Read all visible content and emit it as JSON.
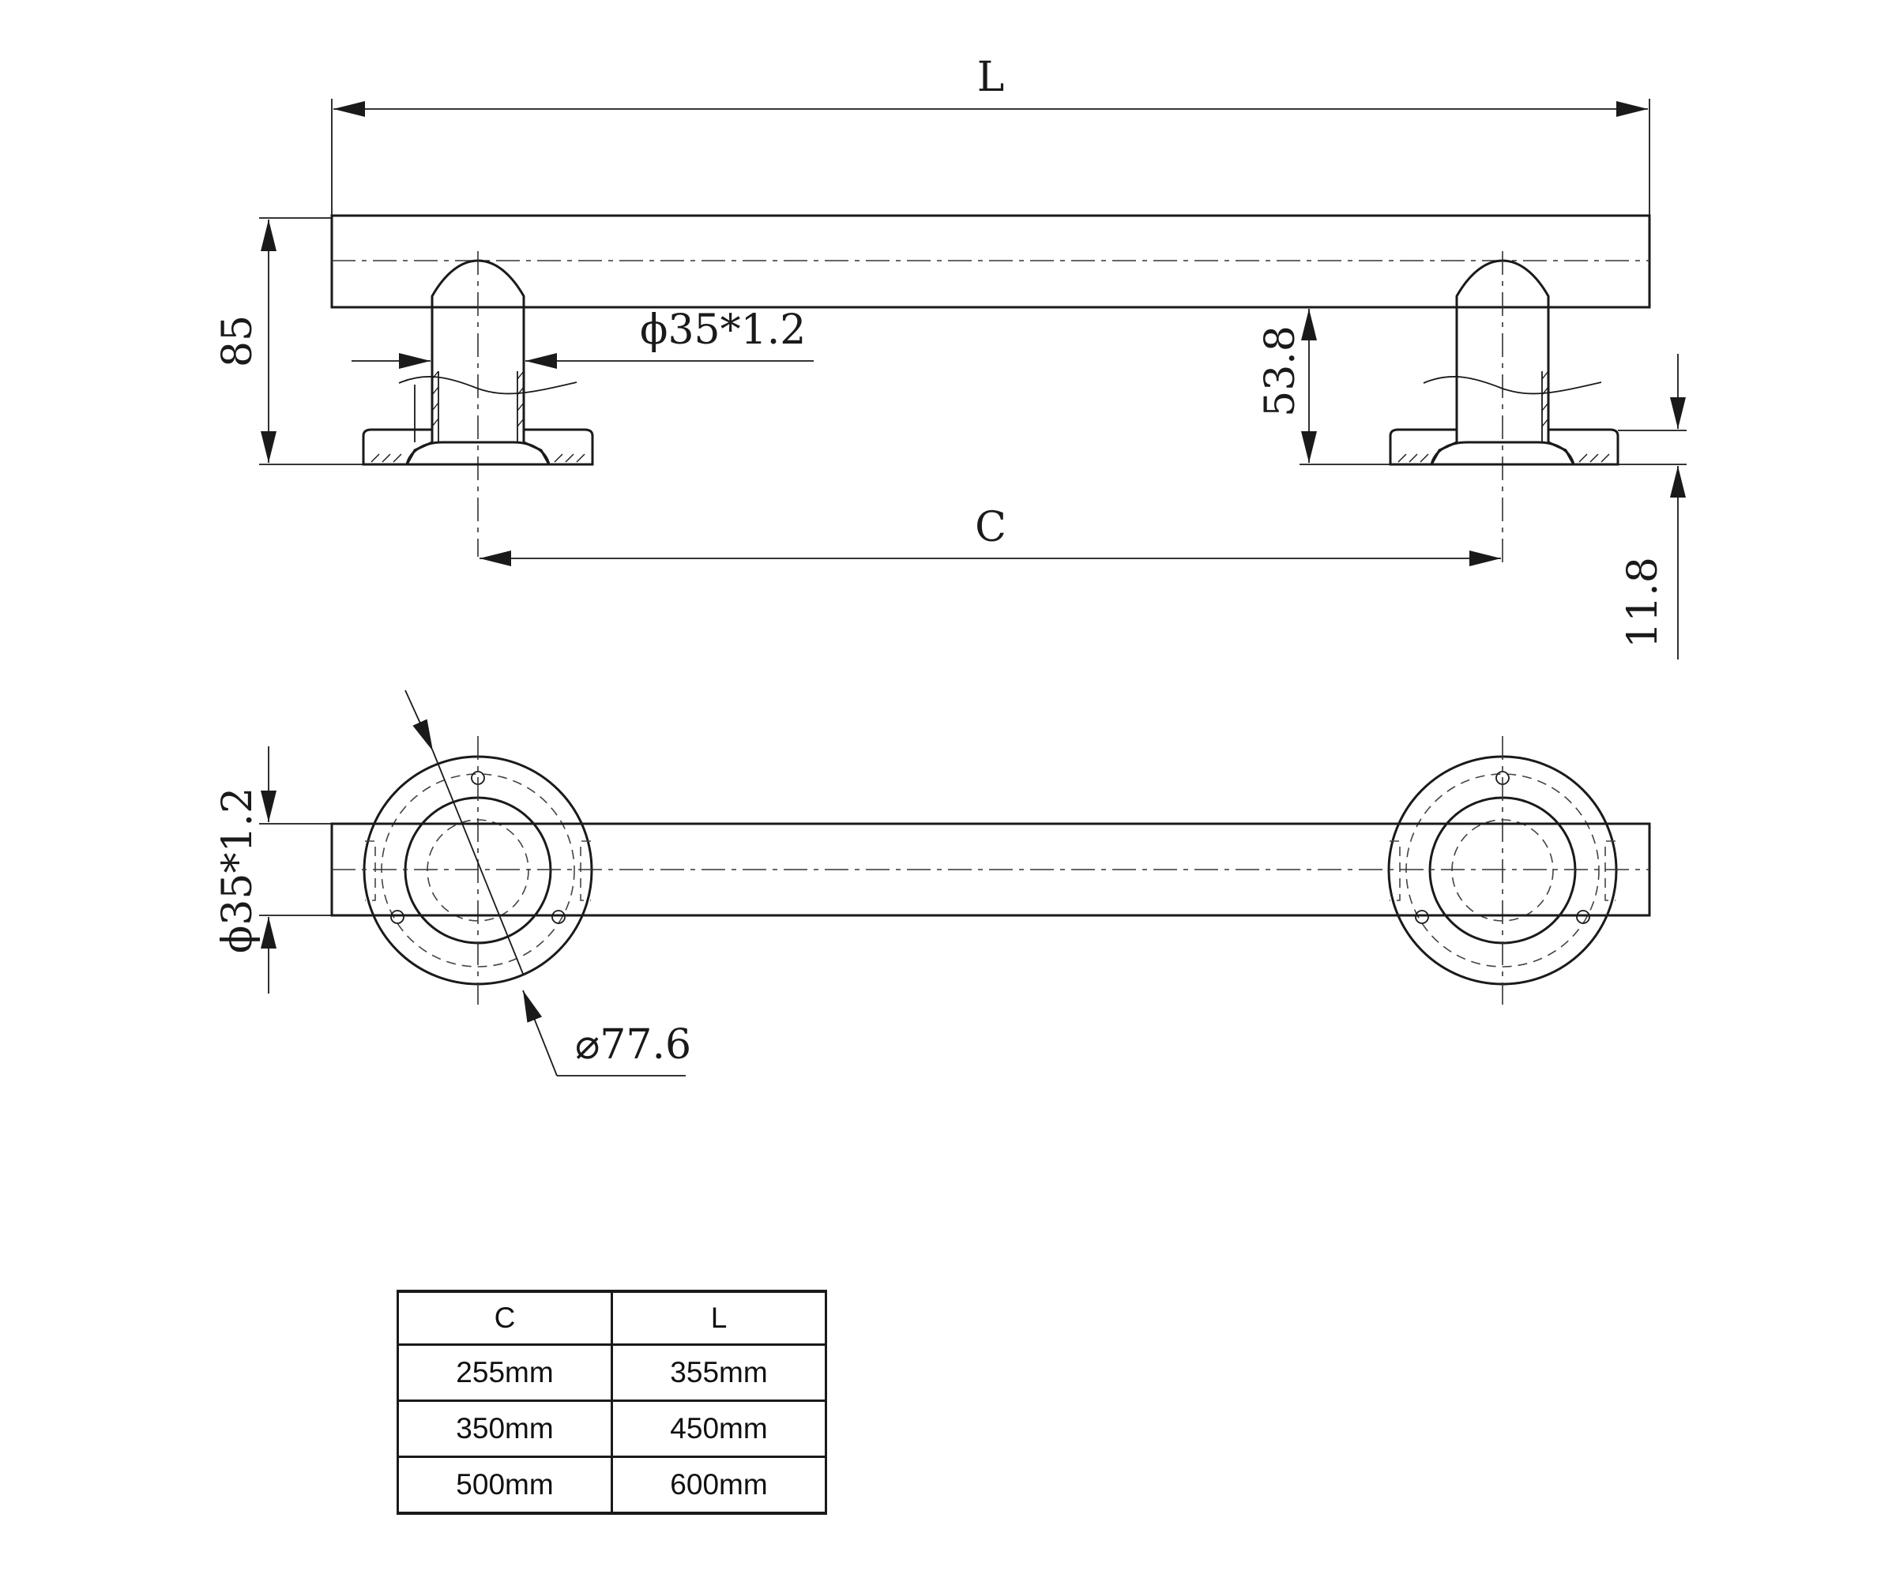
{
  "dimensions": {
    "overall_length": "L",
    "center_distance": "C",
    "height": "85",
    "tube_diameter_side": "ϕ35*1.2",
    "tube_diameter_top": "ϕ35*1.2",
    "post_height": "53.8",
    "flange_thickness": "11.8",
    "flange_diameter": "⌀77.6"
  },
  "table": {
    "headers": [
      "C",
      "L"
    ],
    "rows": [
      [
        "255mm",
        "355mm"
      ],
      [
        "350mm",
        "450mm"
      ],
      [
        "500mm",
        "600mm"
      ]
    ]
  }
}
